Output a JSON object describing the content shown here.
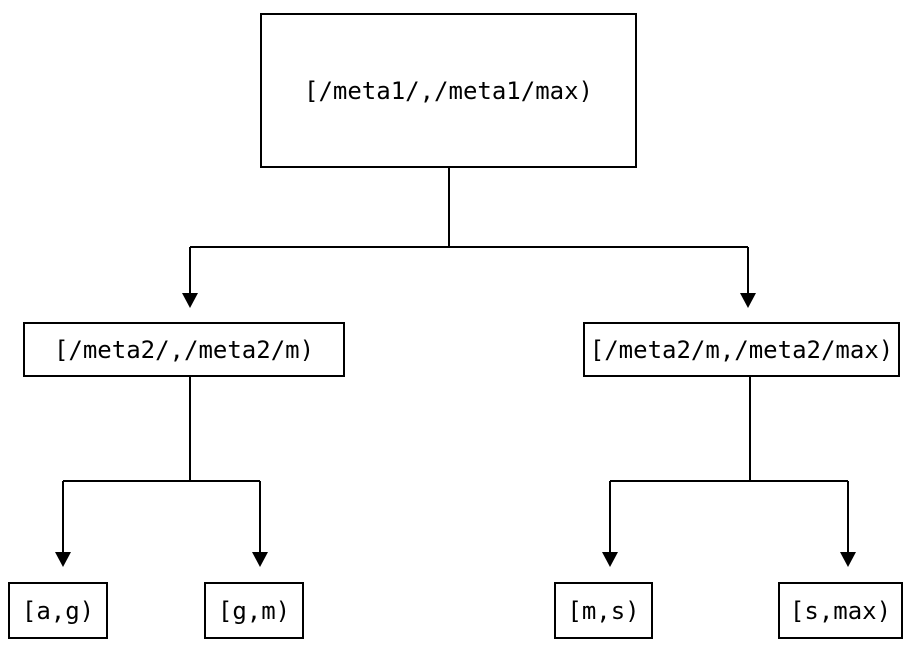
{
  "diagram": {
    "type": "tree",
    "colors": {
      "background": "#ffffff",
      "box_border": "#000000",
      "text": "#000000",
      "line": "#000000",
      "arrowhead": "#000000"
    },
    "tree": {
      "label": "[/meta1/,/meta1/max)",
      "children": [
        {
          "label": "[/meta2/,/meta2/m)",
          "children": [
            {
              "label": "[a,g)",
              "children": []
            },
            {
              "label": "[g,m)",
              "children": []
            }
          ]
        },
        {
          "label": "[/meta2/m,/meta2/max)",
          "children": [
            {
              "label": "[m,s)",
              "children": []
            },
            {
              "label": "[s,max)",
              "children": []
            }
          ]
        }
      ]
    }
  }
}
